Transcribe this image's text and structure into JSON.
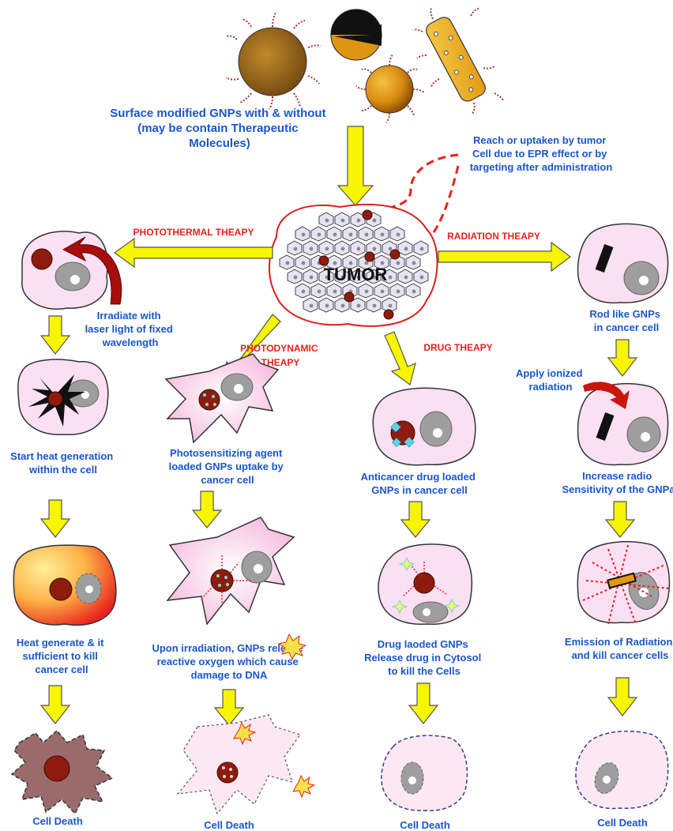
{
  "top": {
    "caption": [
      "Surface modified GNPs with & without",
      "(may be contain Therapeutic",
      "Molecules)"
    ],
    "note": [
      "Reach or uptaken by tumor",
      "Cell due to EPR effect or by",
      "targeting after administration"
    ]
  },
  "tumor": {
    "label": "TUMOR"
  },
  "therapies": {
    "photothermal": "PHOTOTHERMAL THEAPY",
    "radiation": "RADIATION THEAPY",
    "photodynamic": [
      "PHOTODYNAMIC",
      "THEAPY"
    ],
    "drug": "DRUG THEAPY"
  },
  "photothermal": {
    "irradiate": [
      "Irradiate with",
      "laser light of fixed",
      "wavelength"
    ],
    "step1": [
      "Start heat generation",
      "within the cell"
    ],
    "step2": [
      "Heat generate & it",
      "sufficient to kill",
      "cancer cell"
    ],
    "death": "Cell Death"
  },
  "photodynamic": {
    "step1": [
      "Photosensitizing agent",
      "loaded GNPs uptake by",
      "cancer cell"
    ],
    "step2": [
      "Upon irradiation, GNPs release",
      "reactive oxygen which cause",
      "damage to DNA"
    ],
    "death": "Cell Death"
  },
  "drug": {
    "step1": [
      "Anticancer drug loaded",
      "GNPs in cancer cell"
    ],
    "step2": [
      "Drug laoded GNPs",
      "Release drug in Cytosol",
      "to kill the Cells"
    ],
    "death": "Cell Death"
  },
  "radiation": {
    "step1": [
      "Rod like GNPs",
      "in cancer cell"
    ],
    "apply": [
      "Apply ionized",
      "radiation"
    ],
    "step2": [
      "Increase radio",
      "Sensitivity of the GNPa"
    ],
    "step3": [
      "Emission of Radiation",
      "and kill cancer cells"
    ],
    "death": "Cell Death"
  },
  "colors": {
    "text_blue": "#1a56c9",
    "text_red": "#e8231e",
    "arrow_yellow": "#f7f500",
    "cell_pink": "#fbe0f3",
    "gnp_red": "#8e1c0e",
    "gold": "#d98c12"
  }
}
